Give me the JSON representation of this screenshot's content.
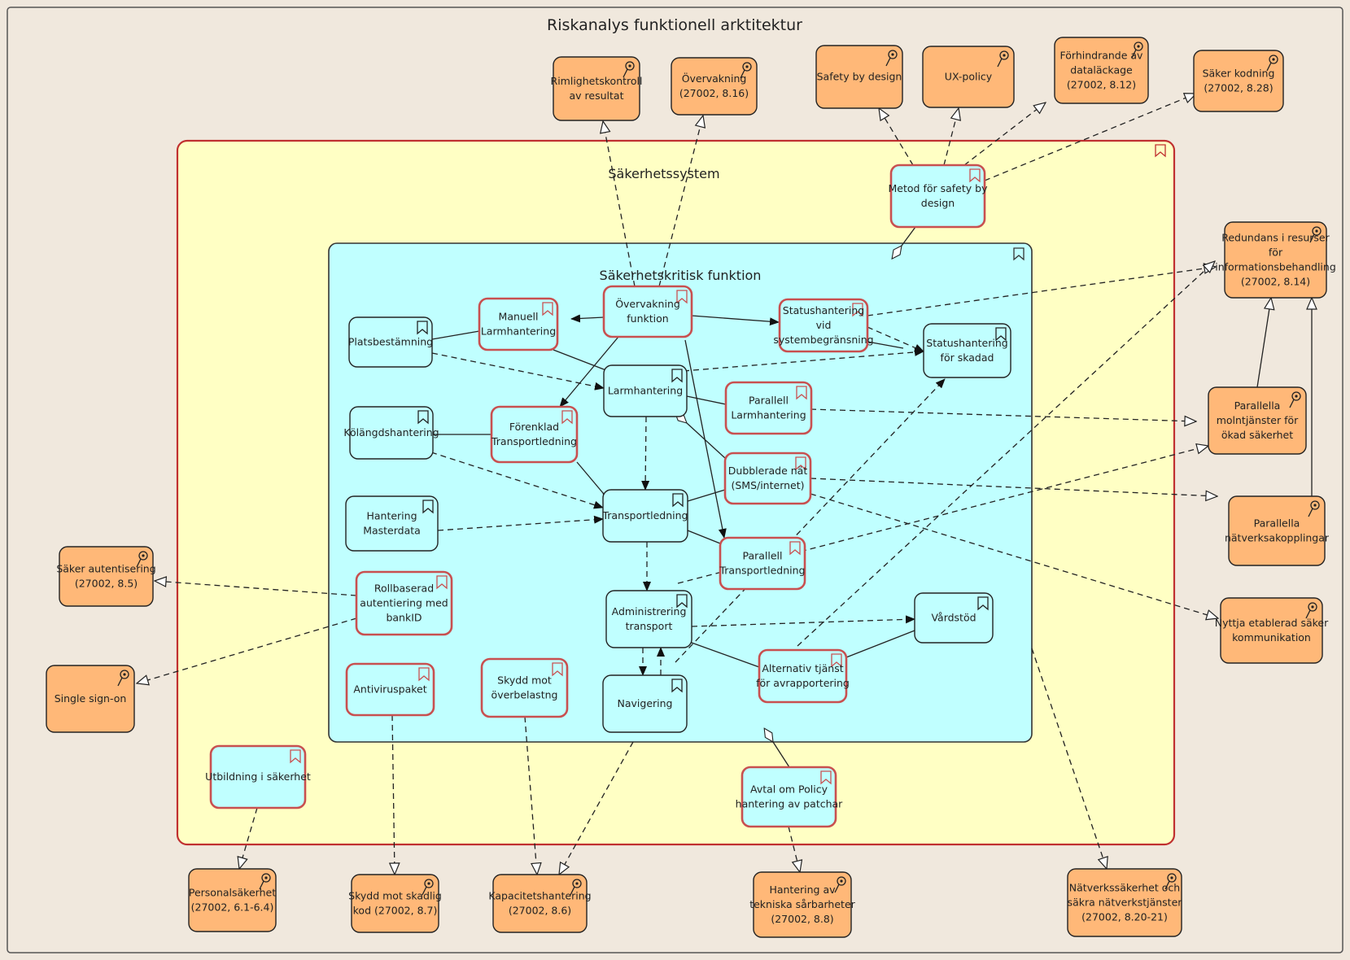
{
  "diagram": {
    "title": "Riskanalys funktionell arktitektur",
    "groups": [
      {
        "id": "sys",
        "label": "Säkerhetssystem"
      },
      {
        "id": "crit",
        "label": "Säkerhetskritisk funktion"
      }
    ],
    "nodes": [
      {
        "id": "rimlig",
        "kind": "req",
        "lines": [
          "Rimlighetskontroll",
          "av resultat"
        ]
      },
      {
        "id": "overv_req",
        "kind": "req",
        "lines": [
          "Övervakning",
          "(27002, 8.16)"
        ]
      },
      {
        "id": "safety",
        "kind": "req",
        "lines": [
          "Safety by design"
        ]
      },
      {
        "id": "ux",
        "kind": "req",
        "lines": [
          "UX-policy"
        ]
      },
      {
        "id": "datalack",
        "kind": "req",
        "lines": [
          "Förhindrande av",
          "dataläckage",
          "(27002, 8.12)"
        ]
      },
      {
        "id": "kodning",
        "kind": "req",
        "lines": [
          "Säker kodning",
          "(27002, 8.28)"
        ]
      },
      {
        "id": "redund",
        "kind": "req",
        "lines": [
          "Redundans i resurser",
          "för",
          "informationsbehandling",
          "(27002, 8.14)"
        ]
      },
      {
        "id": "molntj",
        "kind": "req",
        "lines": [
          "Parallella",
          "molntjänster för",
          "ökad säkerhet"
        ]
      },
      {
        "id": "natkop",
        "kind": "req",
        "lines": [
          "Parallella",
          "nätverksakopplingar"
        ]
      },
      {
        "id": "nyttja",
        "kind": "req",
        "lines": [
          "Nyttja etablerad säker",
          "kommunikation"
        ]
      },
      {
        "id": "autent",
        "kind": "req",
        "lines": [
          "Säker autentisering",
          "(27002, 8.5)"
        ]
      },
      {
        "id": "sso",
        "kind": "req",
        "lines": [
          "Single sign-on"
        ]
      },
      {
        "id": "personal",
        "kind": "req",
        "lines": [
          "Personalsäkerhet",
          "(27002, 6.1-6.4)"
        ]
      },
      {
        "id": "skadlig",
        "kind": "req",
        "lines": [
          "Skydd mot skadlig",
          "kod (27002, 8.7)"
        ]
      },
      {
        "id": "kapacitet",
        "kind": "req",
        "lines": [
          "Kapacitetshantering",
          "(27002, 8.6)"
        ]
      },
      {
        "id": "sarbar",
        "kind": "req",
        "lines": [
          "Hantering av",
          "tekniska sårbarheter",
          "(27002, 8.8)"
        ]
      },
      {
        "id": "natsak",
        "kind": "req",
        "lines": [
          "Nätverkssäkerhet och",
          "säkra nätverkstjänster",
          "(27002, 8.20-21)"
        ]
      },
      {
        "id": "metod",
        "kind": "measure",
        "lines": [
          "Metod för safety by",
          "design"
        ]
      },
      {
        "id": "utbild",
        "kind": "measure",
        "lines": [
          "Utbildning i säkerhet"
        ]
      },
      {
        "id": "avtal",
        "kind": "measure",
        "lines": [
          "Avtal om Policy",
          "hantering av patchar"
        ]
      },
      {
        "id": "overv_f",
        "kind": "measure",
        "lines": [
          "Övervakning",
          "funktion"
        ]
      },
      {
        "id": "manuell",
        "kind": "measure",
        "lines": [
          "Manuell",
          "Larmhantering"
        ]
      },
      {
        "id": "statusv",
        "kind": "measure",
        "lines": [
          "Statushantering",
          "vid",
          "systembegränsning"
        ]
      },
      {
        "id": "forenk",
        "kind": "measure",
        "lines": [
          "Förenklad",
          "Transportledning"
        ]
      },
      {
        "id": "parlarm",
        "kind": "measure",
        "lines": [
          "Parallell",
          "Larmhantering"
        ]
      },
      {
        "id": "dubbel",
        "kind": "measure",
        "lines": [
          "Dubblerade nät",
          "(SMS/internet)"
        ]
      },
      {
        "id": "partrans",
        "kind": "measure",
        "lines": [
          "Parallell",
          "Transportledning"
        ]
      },
      {
        "id": "rollbas",
        "kind": "measure",
        "lines": [
          "Rollbaserad",
          "autentiering med",
          "bankID"
        ]
      },
      {
        "id": "antivir",
        "kind": "measure",
        "lines": [
          "Antiviruspaket"
        ]
      },
      {
        "id": "overbel",
        "kind": "measure",
        "lines": [
          "Skydd mot",
          "överbelastng"
        ]
      },
      {
        "id": "altjanst",
        "kind": "measure",
        "lines": [
          "Alternativ tjänst",
          "för avrapportering"
        ]
      },
      {
        "id": "plats",
        "kind": "func",
        "lines": [
          "Platsbestämning"
        ]
      },
      {
        "id": "larm",
        "kind": "func",
        "lines": [
          "Larmhantering"
        ]
      },
      {
        "id": "statusk",
        "kind": "func",
        "lines": [
          "Statushantering",
          "för skadad"
        ]
      },
      {
        "id": "kolang",
        "kind": "func",
        "lines": [
          "Kölängdshantering"
        ]
      },
      {
        "id": "master",
        "kind": "func",
        "lines": [
          "Hantering",
          "Masterdata"
        ]
      },
      {
        "id": "transp",
        "kind": "func",
        "lines": [
          "Transportledning"
        ]
      },
      {
        "id": "admin",
        "kind": "func",
        "lines": [
          "Administrering",
          "transport"
        ]
      },
      {
        "id": "vard",
        "kind": "func",
        "lines": [
          "Vårdstöd"
        ]
      },
      {
        "id": "navig",
        "kind": "func",
        "lines": [
          "Navigering"
        ]
      }
    ],
    "colors": {
      "background": "#f0e8dd",
      "system_fill": "#ffffc4",
      "system_border": "#c03030",
      "critical_fill": "#c0ffff",
      "requirement_fill": "#ffb878",
      "measure_border": "#c85050",
      "line": "#222222"
    }
  }
}
